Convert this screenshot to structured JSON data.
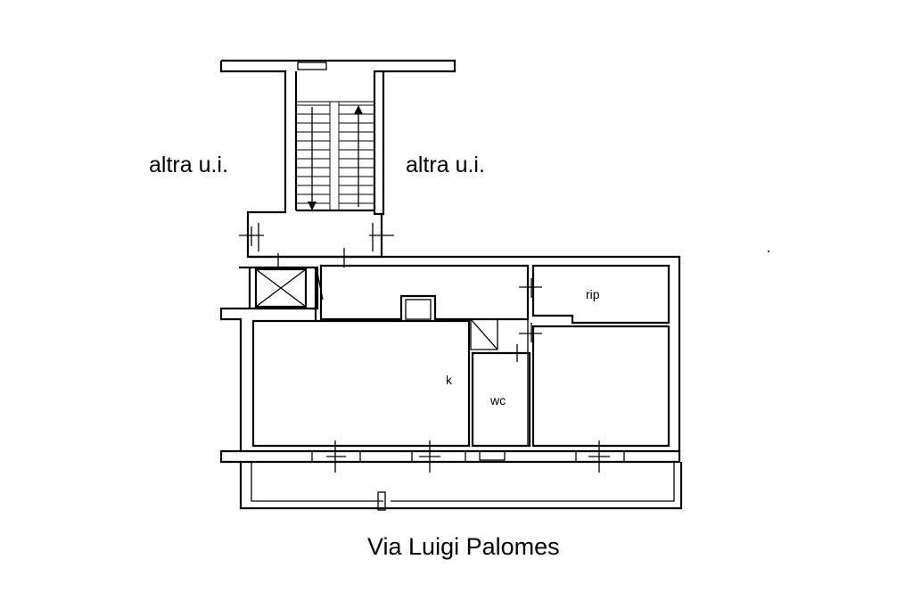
{
  "labels": {
    "left_unit": "altra u.i.",
    "right_unit": "altra u.i.",
    "room_rip": "rip",
    "room_k": "k",
    "room_wc": "wc",
    "street": "Via Luigi Palomes"
  }
}
